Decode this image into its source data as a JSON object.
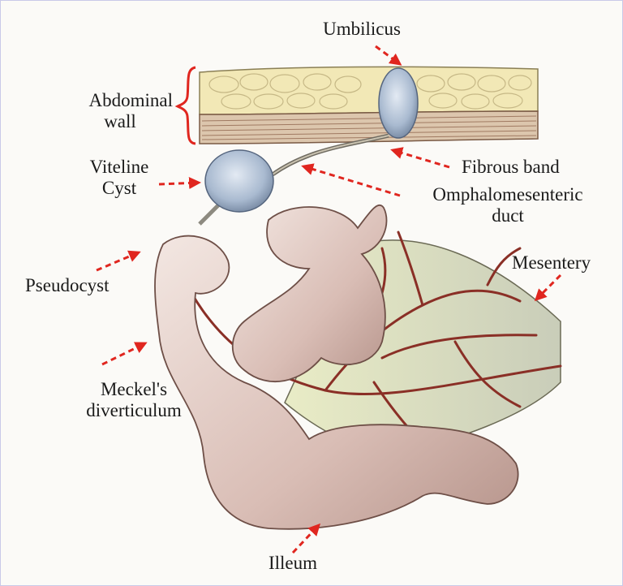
{
  "labels": {
    "umbilicus": "Umbilicus",
    "abdominal_wall_line1": "Abdominal",
    "abdominal_wall_line2": "wall",
    "viteline_line1": "Viteline",
    "viteline_line2": "Cyst",
    "fibrous_band": "Fibrous band",
    "omphalo_line1": "Omphalomesenteric",
    "omphalo_line2": "duct",
    "mesentery": "Mesentery",
    "pseudocyst": "Pseudocyst",
    "meckels_line1": "Meckel's",
    "meckels_line2": "diverticulum",
    "illeum": "Illeum"
  },
  "colors": {
    "arrow": "#e0261f",
    "bracket": "#e0261f",
    "vessel": "#8a2f26",
    "intestine": "#e6d2cc",
    "fat": "#f1e7b8",
    "muscle": "#dcc7a8",
    "cyst": "#b6c4d8"
  }
}
